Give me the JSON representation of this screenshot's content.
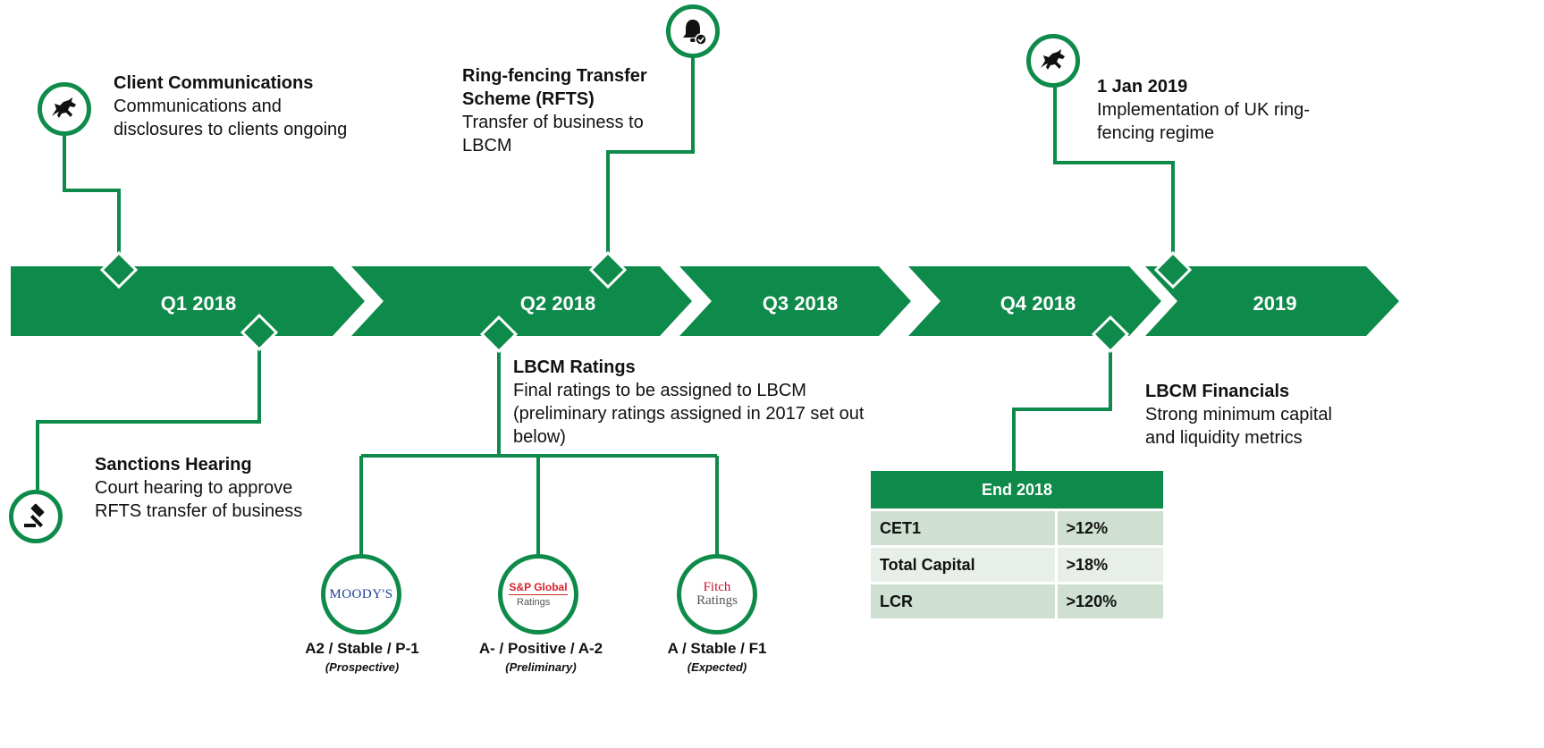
{
  "colors": {
    "brand_green": "#0e8a4a",
    "table_row_dark": "#cfdfd2",
    "table_row_light": "#e7efe8"
  },
  "timeline": {
    "periods": [
      "Q1 2018",
      "Q2 2018",
      "Q3 2018",
      "Q4 2018",
      "2019"
    ]
  },
  "events": {
    "client_comms": {
      "title": "Client Communications",
      "body": "Communications and disclosures to clients ongoing",
      "icon": "horse-icon"
    },
    "rfts": {
      "title": "Ring-fencing Transfer Scheme (RFTS)",
      "body": "Transfer of business to LBCM",
      "icon": "bell-icon"
    },
    "regime": {
      "title": "1 Jan 2019",
      "body": "Implementation of UK ring-fencing regime",
      "icon": "horse-icon"
    },
    "sanctions": {
      "title": "Sanctions Hearing",
      "body": "Court hearing to approve RFTS transfer of business",
      "icon": "gavel-icon"
    },
    "ratings": {
      "title": "LBCM Ratings",
      "body": "Final ratings to be assigned to LBCM (preliminary ratings assigned in 2017 set out below)"
    },
    "financials": {
      "title": "LBCM Financials",
      "body": "Strong minimum capital and liquidity metrics"
    }
  },
  "agencies": [
    {
      "logo_lines": [
        "MOODY'S"
      ],
      "rating": "A2 / Stable / P-1",
      "status": "(Prospective)"
    },
    {
      "logo_lines": [
        "S&P Global",
        "Ratings"
      ],
      "rating": "A- / Positive / A-2",
      "status": "(Preliminary)"
    },
    {
      "logo_lines": [
        "Fitch",
        "Ratings"
      ],
      "rating": "A / Stable / F1",
      "status": "(Expected)"
    }
  ],
  "financials_table": {
    "header": "End 2018",
    "rows": [
      {
        "metric": "CET1",
        "value": ">12%"
      },
      {
        "metric": "Total Capital",
        "value": ">18%"
      },
      {
        "metric": "LCR",
        "value": ">120%"
      }
    ]
  }
}
